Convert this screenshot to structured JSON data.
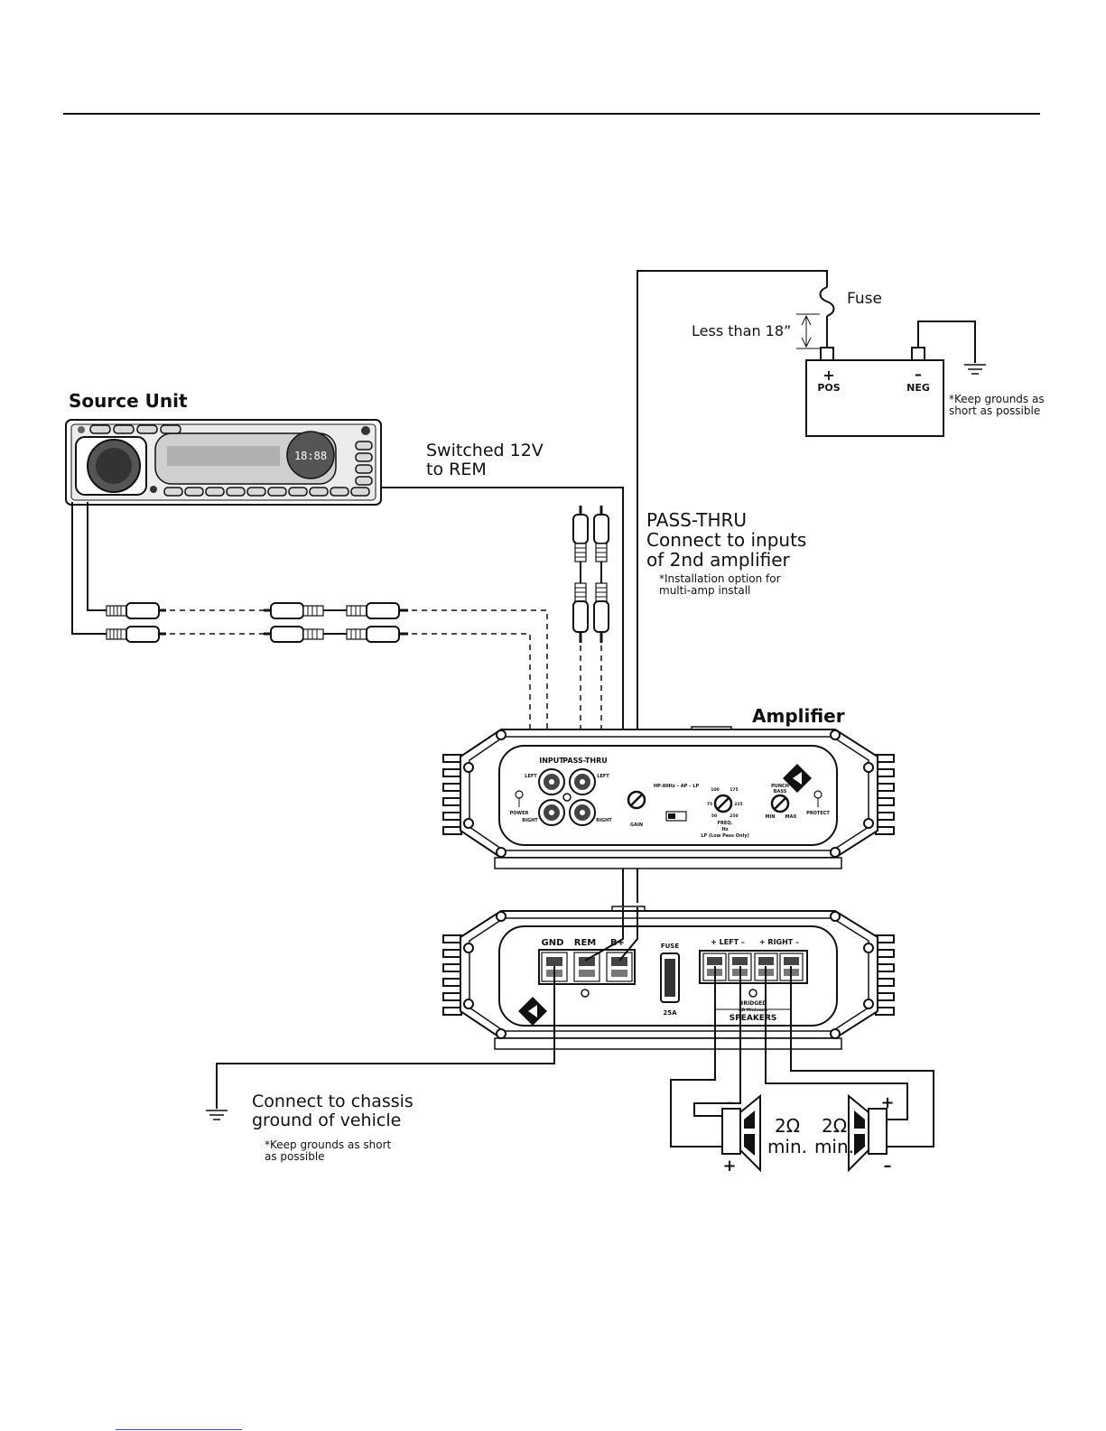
{
  "source_unit": {
    "title": "Source Unit",
    "display_digits": "18:88"
  },
  "rem_wire": {
    "label_line1": "Switched 12V",
    "label_line2": "to REM"
  },
  "pass_thru_note": {
    "title_line1": "PASS-THRU",
    "title_line2": "Connect to inputs",
    "title_line3": "of 2nd amplifier",
    "note_line1": "*Installation option for",
    "note_line2": "multi-amp install"
  },
  "battery": {
    "fuse_label": "Fuse",
    "distance_label": "Less than 18”",
    "pos_symbol": "+",
    "pos_label": "POS",
    "neg_symbol": "–",
    "neg_label": "NEG",
    "ground_note_line1": "*Keep grounds as",
    "ground_note_line2": "short as possible"
  },
  "amplifier": {
    "title": "Amplifier",
    "front_panel": {
      "input_label": "INPUT",
      "pass_thru_label": "PASS-THRU",
      "left_label": "LEFT",
      "right_label": "RIGHT",
      "power_label": "POWER",
      "gain_label": "GAIN",
      "crossover_switch_label": "HP-80Hz – AP – LP",
      "freq_label": "FREQ.",
      "freq_unit": "Hz",
      "lp_note": "LP (Low Pass Only)",
      "freq_ticks": [
        "100",
        "175",
        "75",
        "225",
        "50",
        "250"
      ],
      "punch_bass_label_line1": "PUNCH",
      "punch_bass_label_line2": "BASS",
      "min_label": "MIN",
      "max_label": "MAX",
      "protect_label": "PROTECT"
    },
    "terminal_panel": {
      "gnd_label": "GND",
      "rem_label": "REM",
      "bplus_label": "B+",
      "fuse_label": "FUSE",
      "fuse_rating": "25A",
      "left_label": "+ LEFT –",
      "right_label": "+ RIGHT –",
      "bridged_label": "BRIDGED",
      "bridged_note": "4Ω Minimum",
      "speakers_label": "SPEAKERS"
    }
  },
  "chassis_ground": {
    "label_line1": "Connect to chassis",
    "label_line2": "ground of vehicle",
    "note_line1": "*Keep grounds as short",
    "note_line2": "as possible"
  },
  "speakers": [
    {
      "impedance": "2Ω",
      "min_label": "min.",
      "top_sign": "–",
      "bottom_sign": "+"
    },
    {
      "impedance": "2Ω",
      "min_label": "min.",
      "top_sign": "+",
      "bottom_sign": "–"
    }
  ]
}
